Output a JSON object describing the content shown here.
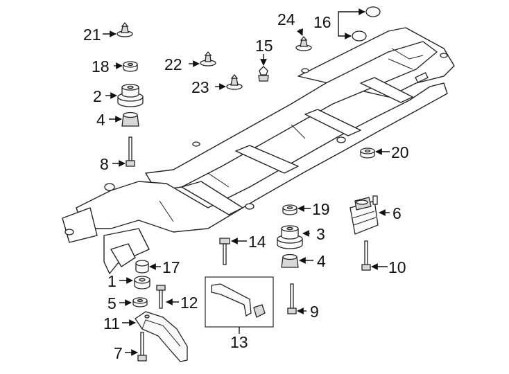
{
  "callouts": [
    {
      "id": "c1",
      "label": "1"
    },
    {
      "id": "c2",
      "label": "2"
    },
    {
      "id": "c3",
      "label": "3"
    },
    {
      "id": "c4a",
      "label": "4"
    },
    {
      "id": "c4b",
      "label": "4"
    },
    {
      "id": "c5",
      "label": "5"
    },
    {
      "id": "c6",
      "label": "6"
    },
    {
      "id": "c7",
      "label": "7"
    },
    {
      "id": "c8",
      "label": "8"
    },
    {
      "id": "c9",
      "label": "9"
    },
    {
      "id": "c10",
      "label": "10"
    },
    {
      "id": "c11",
      "label": "11"
    },
    {
      "id": "c12",
      "label": "12"
    },
    {
      "id": "c13",
      "label": "13"
    },
    {
      "id": "c14",
      "label": "14"
    },
    {
      "id": "c15",
      "label": "15"
    },
    {
      "id": "c16",
      "label": "16"
    },
    {
      "id": "c17",
      "label": "17"
    },
    {
      "id": "c18",
      "label": "18"
    },
    {
      "id": "c19",
      "label": "19"
    },
    {
      "id": "c20",
      "label": "20"
    },
    {
      "id": "c21",
      "label": "21"
    },
    {
      "id": "c22",
      "label": "22"
    },
    {
      "id": "c23",
      "label": "23"
    },
    {
      "id": "c24",
      "label": "24"
    }
  ]
}
